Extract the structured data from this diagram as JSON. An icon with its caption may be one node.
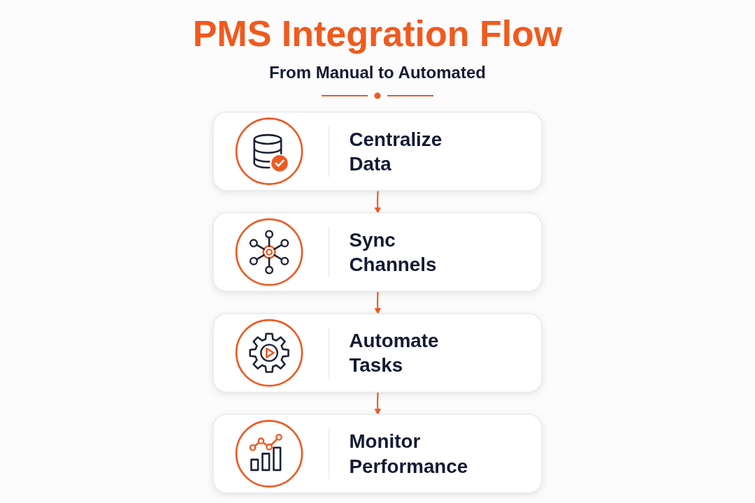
{
  "diagram": {
    "title": "PMS Integration Flow",
    "nodes": [
      {
        "text": [
          "Centralize Data"
        ]
      },
      {
        "text": [
          "Sync Channels"
        ]
      },
      {
        "text": [
          "Automate Tasks"
        ]
      },
      {
        "text": [
          "Monitor Performance"
        ]
      }
    ],
    "edges": [
      {
        "from": 0,
        "to": 1,
        "arrow": "to"
      },
      {
        "from": 1,
        "to": 2,
        "arrow": "to"
      },
      {
        "from": 2,
        "to": 3,
        "arrow": "to"
      }
    ],
    "labels": [
      "From Manual to Automated"
    ]
  }
}
